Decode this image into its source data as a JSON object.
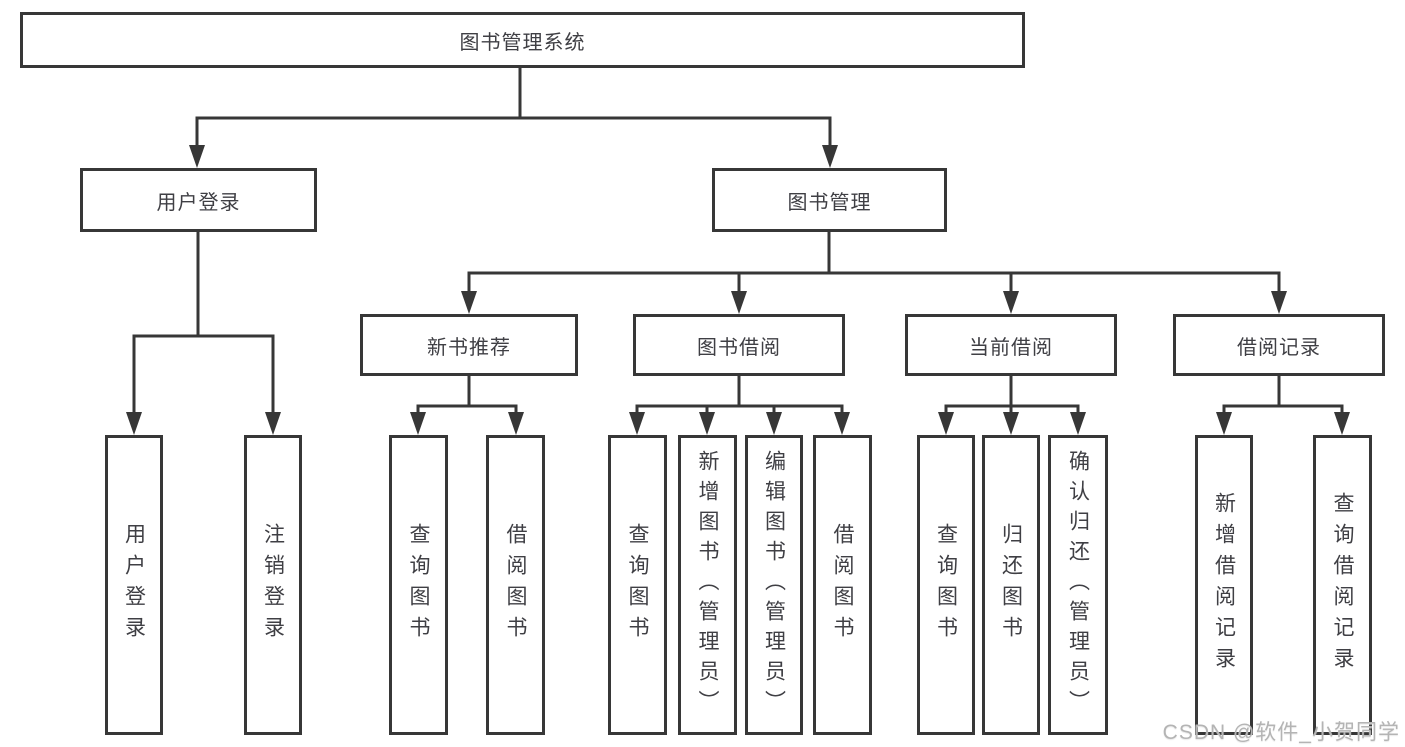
{
  "diagram_type": "functional-structure-tree",
  "tree": {
    "root": {
      "label": "图书管理系统",
      "children": [
        {
          "label": "用户登录",
          "children": [
            {
              "label": "用户登录"
            },
            {
              "label": "注销登录"
            }
          ]
        },
        {
          "label": "图书管理",
          "children": [
            {
              "label": "新书推荐",
              "children": [
                {
                  "label": "查询图书"
                },
                {
                  "label": "借阅图书"
                }
              ]
            },
            {
              "label": "图书借阅",
              "children": [
                {
                  "label": "查询图书"
                },
                {
                  "label": "新增图书（管理员）"
                },
                {
                  "label": "编辑图书（管理员）"
                },
                {
                  "label": "借阅图书"
                }
              ]
            },
            {
              "label": "当前借阅",
              "children": [
                {
                  "label": "查询图书"
                },
                {
                  "label": "归还图书"
                },
                {
                  "label": "确认归还（管理员）"
                }
              ]
            },
            {
              "label": "借阅记录",
              "children": [
                {
                  "label": "新增借阅记录"
                },
                {
                  "label": "查询借阅记录"
                }
              ]
            }
          ]
        }
      ]
    }
  },
  "watermark": {
    "text": "CSDN @软件_小贺同学"
  },
  "colors": {
    "line": "#373737",
    "box_border": "#373737",
    "text": "#3f3f44",
    "background": "#ffffff",
    "watermark": "#b4b4b4"
  }
}
